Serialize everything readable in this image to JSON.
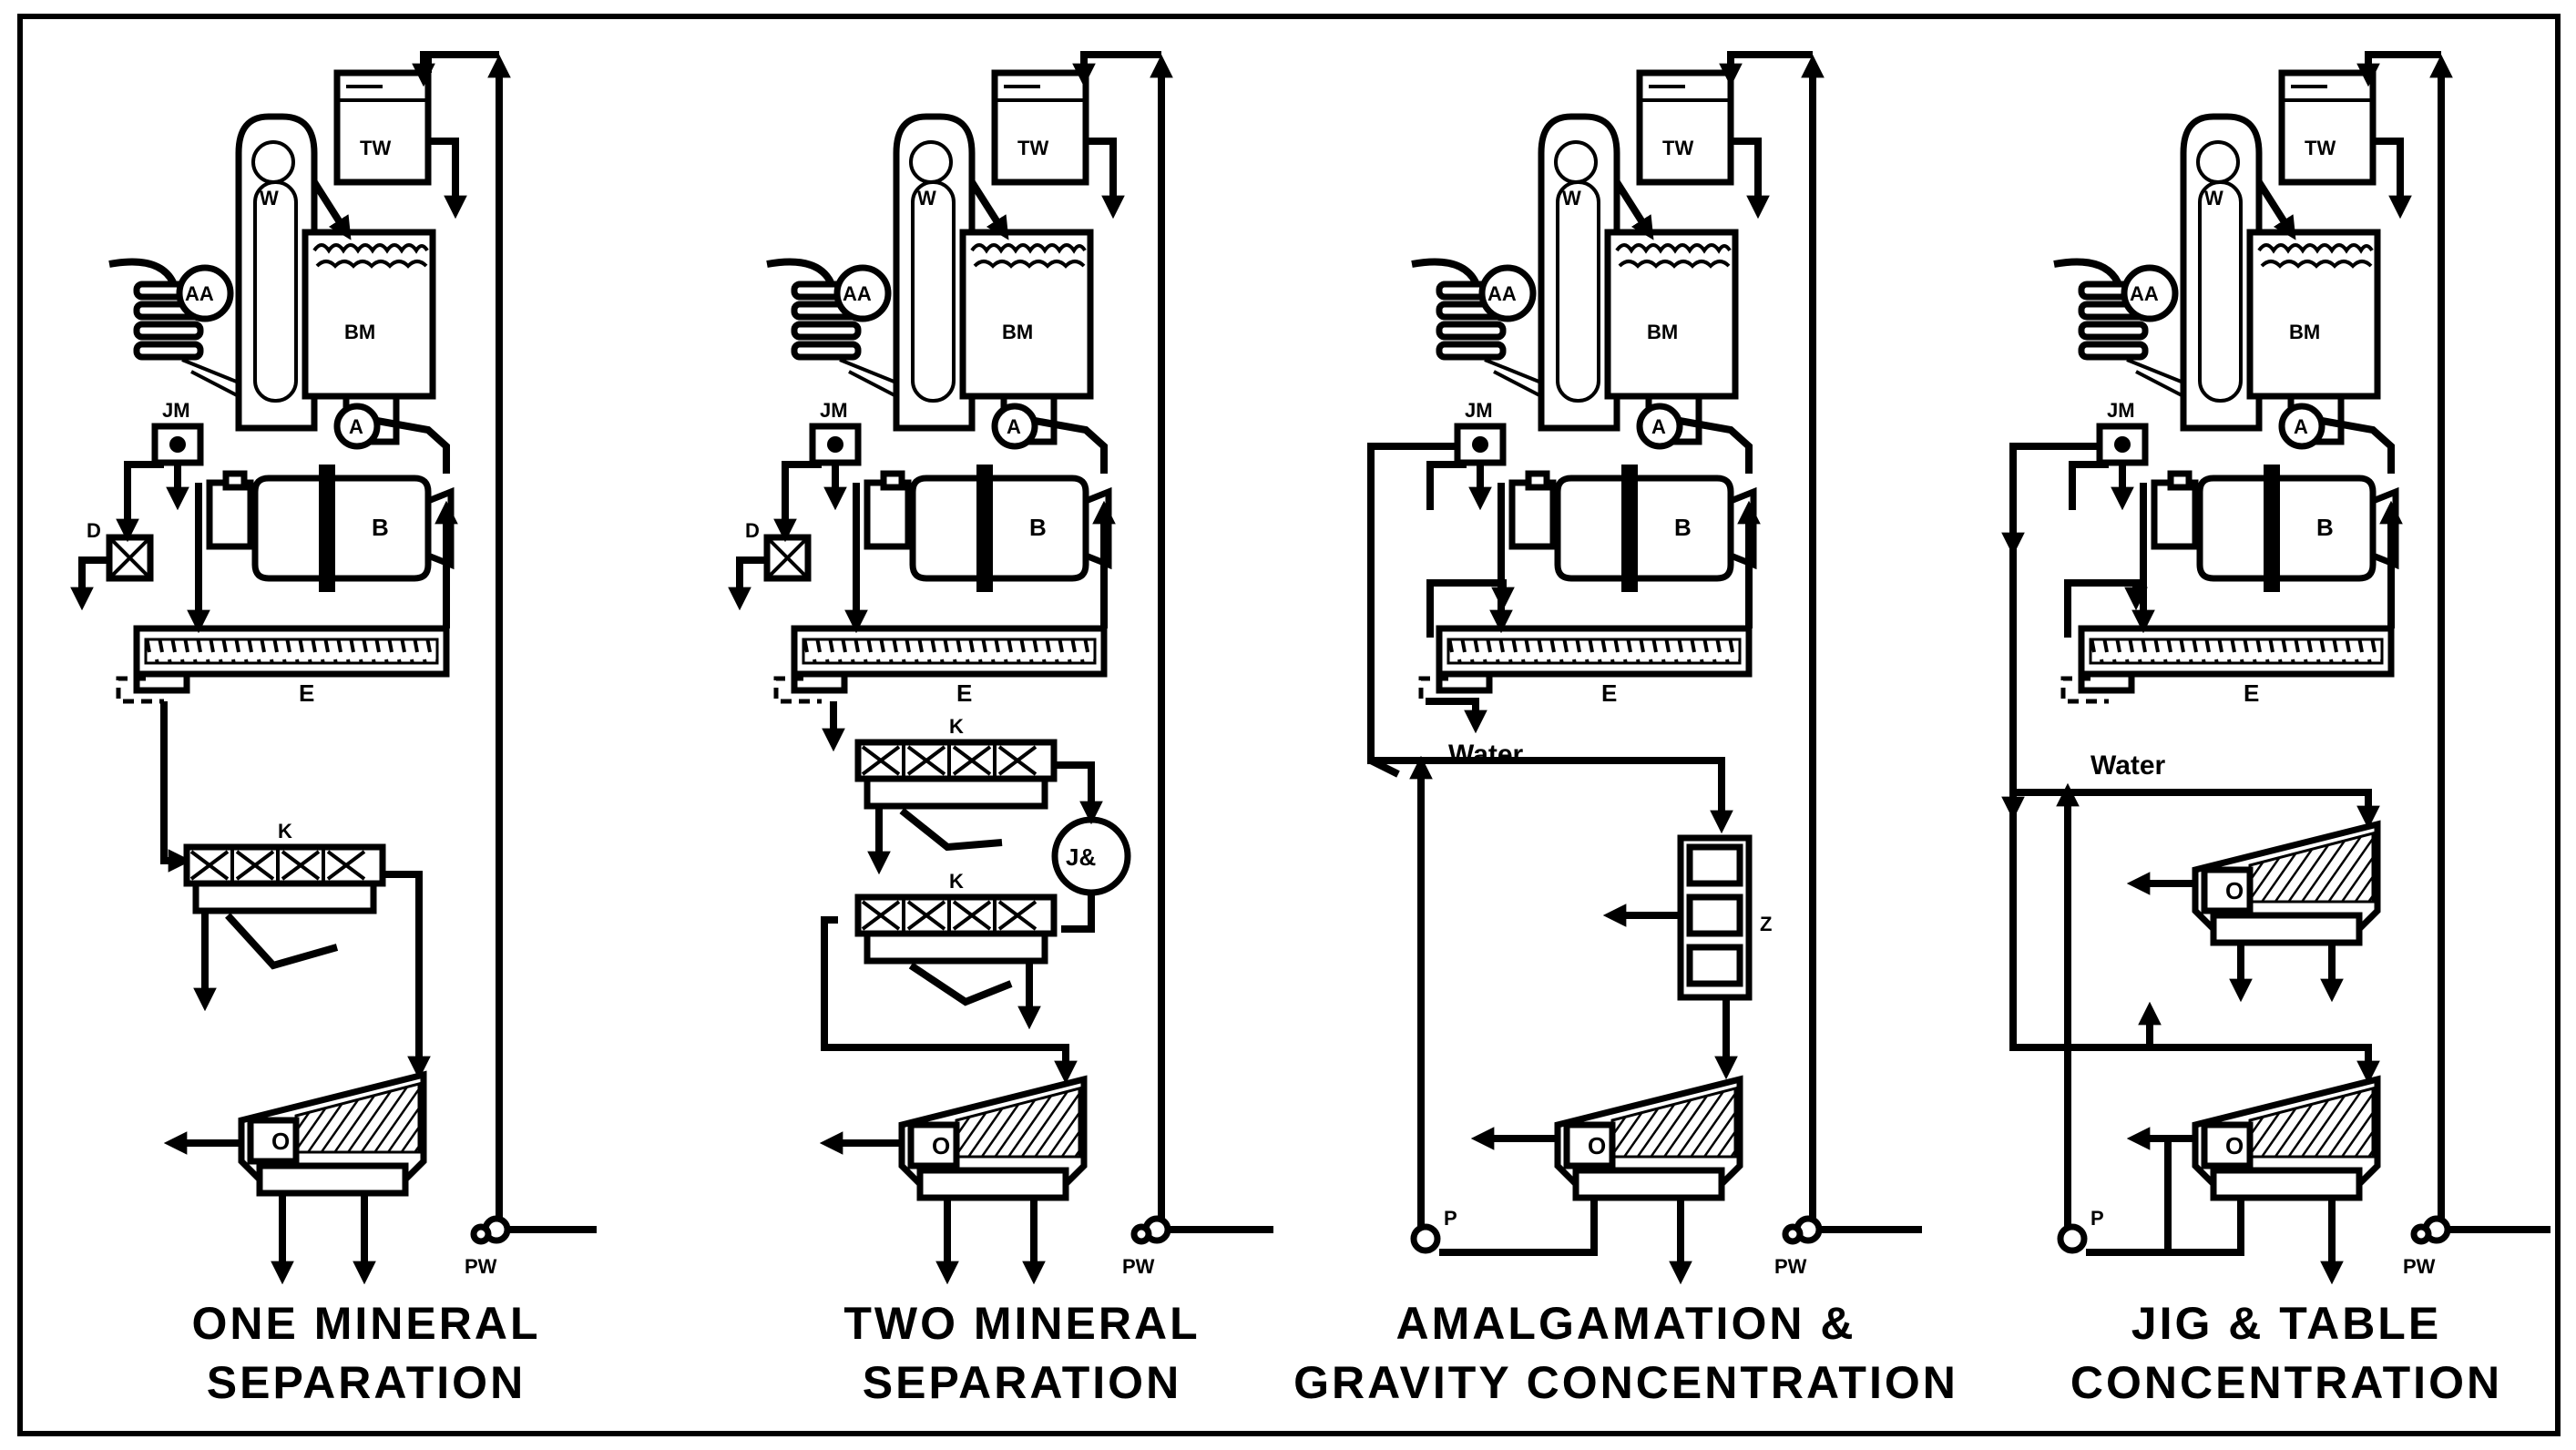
{
  "equipment_labels": {
    "tank_water": "TW",
    "bucket_elevator": "W",
    "bin_mill": "BM",
    "feeder": "AA",
    "jaw": "JM",
    "amalgamator": "A",
    "ball_mill": "B",
    "dryer": "D",
    "classifier": "E",
    "jig": "K",
    "jig_pump": "J&",
    "table": "O",
    "pump_water": "PW",
    "pump": "P",
    "amalgam_plate": "Z",
    "water": "Water"
  },
  "panels": [
    {
      "caption_line1": "ONE MINERAL",
      "caption_line2": "SEPARATION"
    },
    {
      "caption_line1": "TWO MINERAL",
      "caption_line2": "SEPARATION"
    },
    {
      "caption_line1": "AMALGAMATION &",
      "caption_line2": "GRAVITY CONCENTRATION"
    },
    {
      "caption_line1": "JIG & TABLE",
      "caption_line2": "CONCENTRATION"
    }
  ]
}
